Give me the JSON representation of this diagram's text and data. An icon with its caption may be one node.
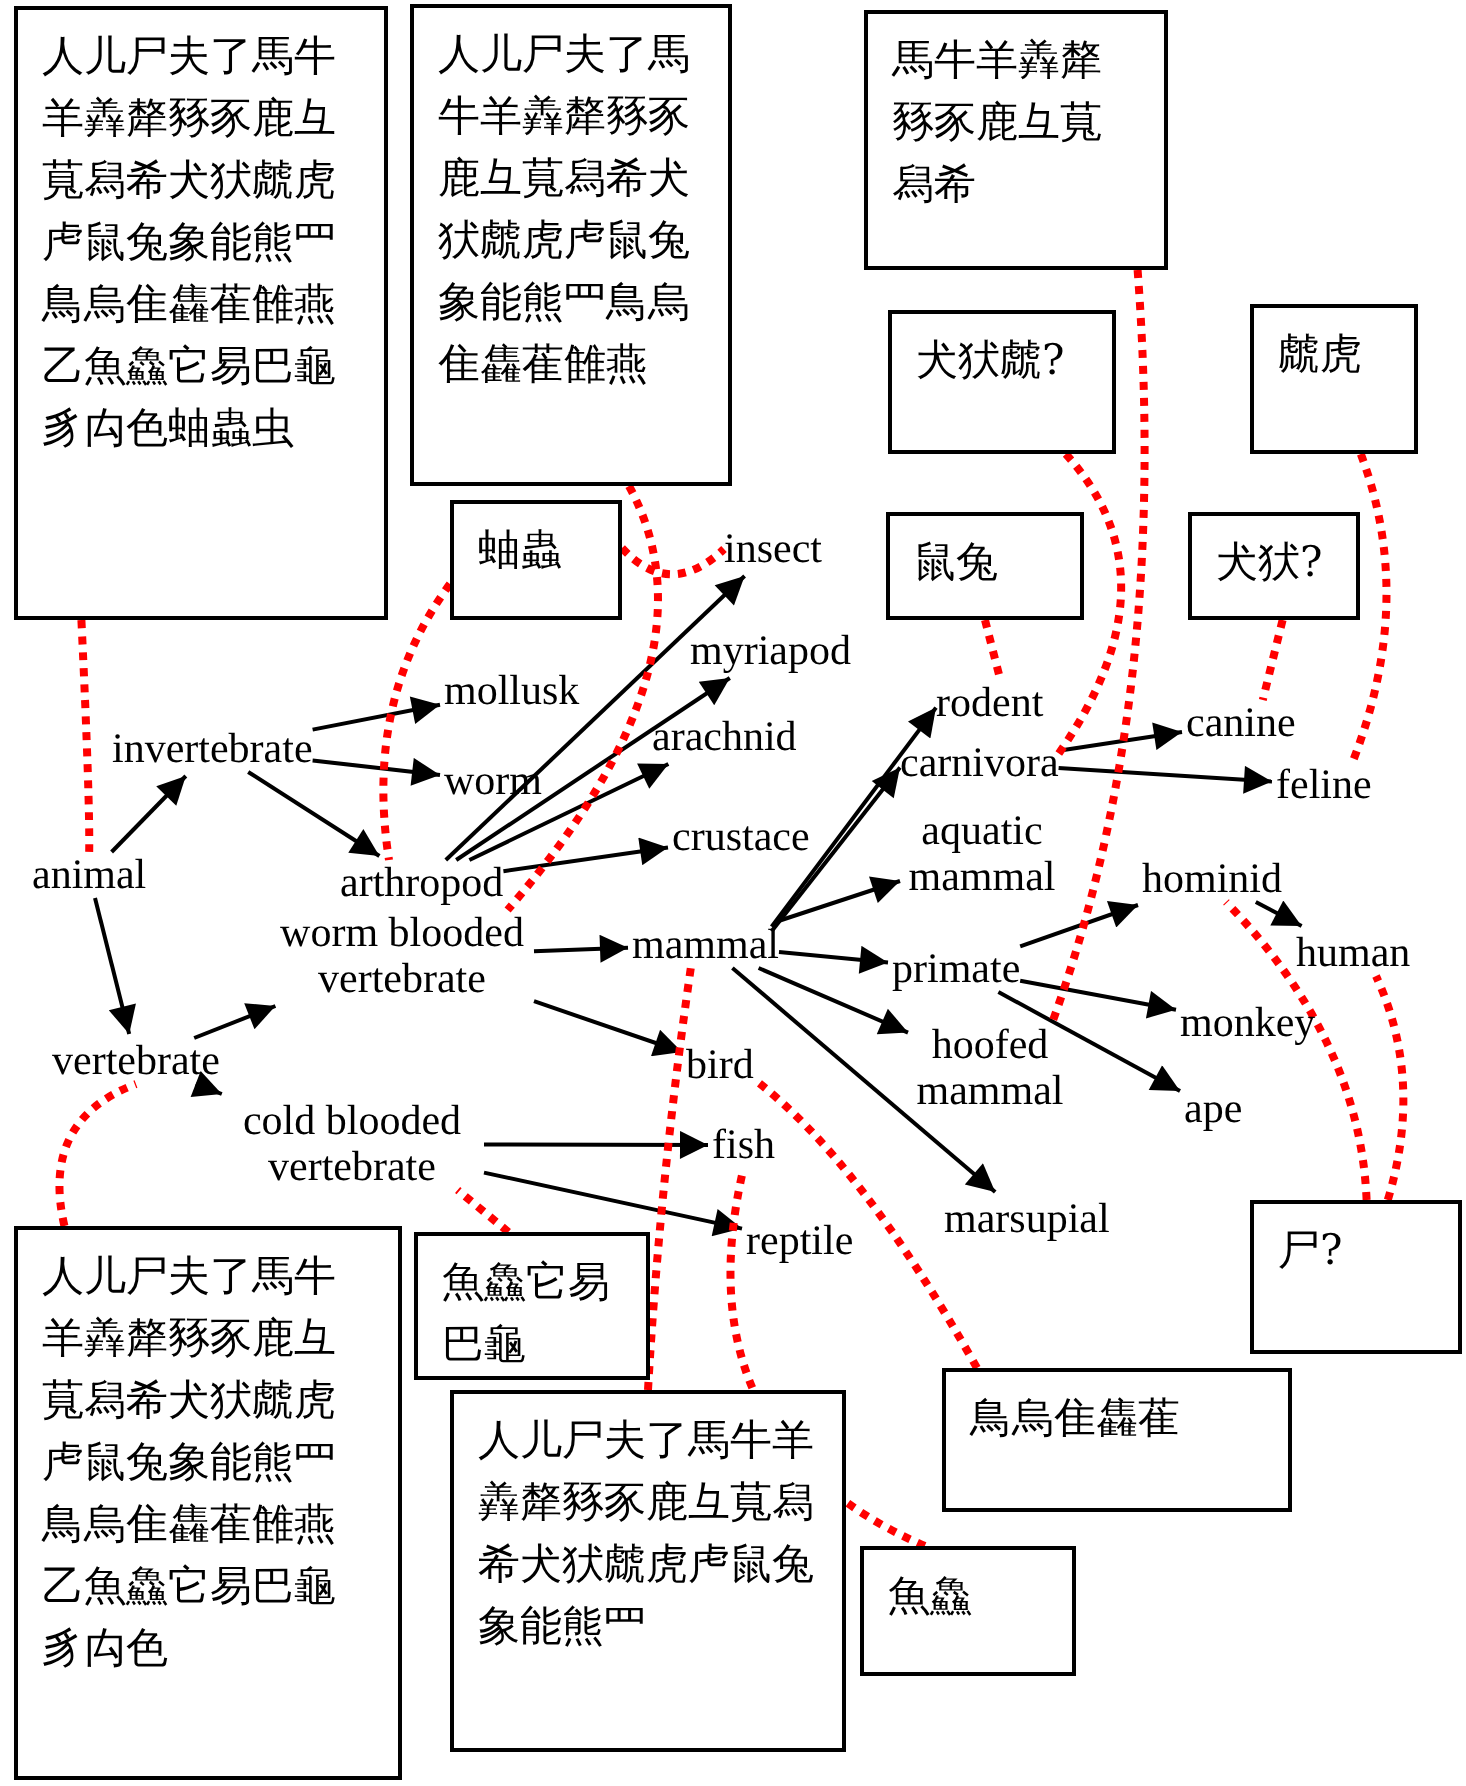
{
  "diagram": {
    "nodes": [
      {
        "text": [
          "人儿尸夫了馬牛羊羴犛豩豕鹿彑萈舄希犬犾虤虎虍鼠兔象能熊罒鳥烏隹雥萑雔燕乙魚鱻它易巴龜豸禸色蚰蟲虫"
        ]
      },
      {
        "text": [
          "人儿尸夫了馬牛羊羴犛豩豕鹿彑萈舄希犬犾虤虎虍鼠兔象能熊罒鳥烏隹雥萑雔燕"
        ]
      },
      {
        "text": [
          "蚰蟲"
        ]
      },
      {
        "text": [
          "馬牛羊羴犛豩豕鹿彑萈舄希"
        ]
      },
      {
        "text": [
          "犬犾虤?"
        ]
      },
      {
        "text": [
          "虤虎"
        ]
      },
      {
        "text": [
          "鼠兔"
        ]
      },
      {
        "text": [
          "犬犾?"
        ]
      },
      {
        "text": [
          "尸?"
        ]
      },
      {
        "text": [
          "魚鱻它易巴龜"
        ]
      },
      {
        "text": [
          "人儿尸夫了馬牛羊羴犛豩豕鹿彑萈舄希犬犾虤虎虍鼠兔象能熊罒鳥烏隹雥萑雔燕乙魚鱻它易巴龜豸禸色"
        ]
      },
      {
        "text": [
          "人儿尸夫了馬牛羊羴犛豩豕鹿彑萈舄希犬犾虤虎虍鼠兔象能熊罒"
        ]
      },
      {
        "text": [
          "鳥烏隹雥萑"
        ]
      },
      {
        "text": [
          "魚鱻"
        ]
      },
      {
        "text": [
          "animal"
        ]
      },
      {
        "text": [
          "invertebrate"
        ]
      },
      {
        "text": [
          "vertebrate"
        ]
      },
      {
        "text": [
          "mollusk"
        ]
      },
      {
        "text": [
          "worm"
        ]
      },
      {
        "text": [
          "arthropod"
        ]
      },
      {
        "text": [
          "insect"
        ]
      },
      {
        "text": [
          "myriapod"
        ]
      },
      {
        "text": [
          "arachnid"
        ]
      },
      {
        "text": [
          "crustace"
        ]
      },
      {
        "text": [
          "worm blooded vertebrate"
        ]
      },
      {
        "text": [
          "cold blooded vertebrate"
        ]
      },
      {
        "text": [
          "mammal"
        ]
      },
      {
        "text": [
          "bird"
        ]
      },
      {
        "text": [
          "fish"
        ]
      },
      {
        "text": [
          "reptile"
        ]
      },
      {
        "text": [
          "marsupial"
        ]
      },
      {
        "text": [
          "rodent"
        ]
      },
      {
        "text": [
          "carnivora"
        ]
      },
      {
        "text": [
          "aquatic mammal"
        ]
      },
      {
        "text": [
          "primate"
        ]
      },
      {
        "text": [
          "hoofed mammal"
        ]
      },
      {
        "text": [
          "canine"
        ]
      },
      {
        "text": [
          "feline"
        ]
      },
      {
        "text": [
          "hominid"
        ]
      },
      {
        "text": [
          "human"
        ]
      },
      {
        "text": [
          "monkey"
        ]
      },
      {
        "text": [
          "ape"
        ]
      }
    ],
    "edges": [
      {
        "from": 14,
        "to": 15,
        "arrow": "to"
      },
      {
        "from": 14,
        "to": 16,
        "arrow": "to"
      },
      {
        "from": 15,
        "to": 17,
        "arrow": "to"
      },
      {
        "from": 15,
        "to": 18,
        "arrow": "to"
      },
      {
        "from": 15,
        "to": 19,
        "arrow": "to"
      },
      {
        "from": 19,
        "to": 20,
        "arrow": "to"
      },
      {
        "from": 19,
        "to": 21,
        "arrow": "to"
      },
      {
        "from": 19,
        "to": 22,
        "arrow": "to"
      },
      {
        "from": 19,
        "to": 23,
        "arrow": "to"
      },
      {
        "from": 16,
        "to": 24,
        "arrow": "to"
      },
      {
        "from": 16,
        "to": 25,
        "arrow": "to"
      },
      {
        "from": 24,
        "to": 26,
        "arrow": "to"
      },
      {
        "from": 24,
        "to": 27,
        "arrow": "to"
      },
      {
        "from": 25,
        "to": 28,
        "arrow": "to"
      },
      {
        "from": 25,
        "to": 29,
        "arrow": "to"
      },
      {
        "from": 26,
        "to": 31,
        "arrow": "to"
      },
      {
        "from": 26,
        "to": 32,
        "arrow": "to"
      },
      {
        "from": 26,
        "to": 33,
        "arrow": "to"
      },
      {
        "from": 26,
        "to": 34,
        "arrow": "to"
      },
      {
        "from": 26,
        "to": 35,
        "arrow": "to"
      },
      {
        "from": 26,
        "to": 30,
        "arrow": "to"
      },
      {
        "from": 32,
        "to": 36,
        "arrow": "to"
      },
      {
        "from": 32,
        "to": 37,
        "arrow": "to"
      },
      {
        "from": 34,
        "to": 38,
        "arrow": "to"
      },
      {
        "from": 34,
        "to": 40,
        "arrow": "to"
      },
      {
        "from": 34,
        "to": 41,
        "arrow": "to"
      },
      {
        "from": 38,
        "to": 39,
        "arrow": "to"
      },
      {
        "from": 0,
        "to": 14,
        "arrow": "none",
        "style": "dashed",
        "color": "#ff0000"
      },
      {
        "from": 1,
        "to": 24,
        "arrow": "none",
        "style": "dashed",
        "color": "#ff0000"
      },
      {
        "from": 2,
        "to": 20,
        "arrow": "none",
        "style": "dashed",
        "color": "#ff0000"
      },
      {
        "from": 2,
        "to": 19,
        "arrow": "none",
        "style": "dashed",
        "color": "#ff0000"
      },
      {
        "from": 3,
        "to": 35,
        "arrow": "none",
        "style": "dashed",
        "color": "#ff0000"
      },
      {
        "from": 4,
        "to": 32,
        "arrow": "none",
        "style": "dashed",
        "color": "#ff0000"
      },
      {
        "from": 5,
        "to": 37,
        "arrow": "none",
        "style": "dashed",
        "color": "#ff0000"
      },
      {
        "from": 6,
        "to": 31,
        "arrow": "none",
        "style": "dashed",
        "color": "#ff0000"
      },
      {
        "from": 7,
        "to": 36,
        "arrow": "none",
        "style": "dashed",
        "color": "#ff0000"
      },
      {
        "from": 8,
        "to": 39,
        "arrow": "none",
        "style": "dashed",
        "color": "#ff0000"
      },
      {
        "from": 8,
        "to": 38,
        "arrow": "none",
        "style": "dashed",
        "color": "#ff0000"
      },
      {
        "from": 9,
        "to": 25,
        "arrow": "none",
        "style": "dashed",
        "color": "#ff0000"
      },
      {
        "from": 10,
        "to": 16,
        "arrow": "none",
        "style": "dashed",
        "color": "#ff0000"
      },
      {
        "from": 11,
        "to": 26,
        "arrow": "none",
        "style": "dashed",
        "color": "#ff0000"
      },
      {
        "from": 12,
        "to": 27,
        "arrow": "none",
        "style": "dashed",
        "color": "#ff0000"
      },
      {
        "from": 13,
        "to": 28,
        "arrow": "none",
        "style": "dashed",
        "color": "#ff0000"
      }
    ]
  }
}
